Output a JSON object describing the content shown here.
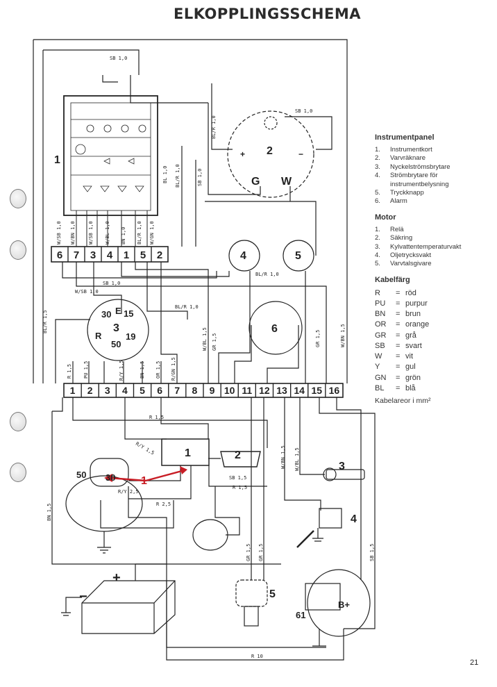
{
  "title": "ELKOPPLINGSSCHEMA",
  "page_number": "21",
  "legend": {
    "instrumentpanel": {
      "heading": "Instrumentpanel",
      "items": [
        {
          "n": "1.",
          "text": "Instrumentkort"
        },
        {
          "n": "2.",
          "text": "Varvräknare"
        },
        {
          "n": "3.",
          "text": "Nyckelströmsbrytare"
        },
        {
          "n": "4.",
          "text": "Strömbrytare för instrumentbelysning"
        },
        {
          "n": "5.",
          "text": "Tryckknapp"
        },
        {
          "n": "6.",
          "text": "Alarm"
        }
      ]
    },
    "motor": {
      "heading": "Motor",
      "items": [
        {
          "n": "1.",
          "text": "Relä"
        },
        {
          "n": "2.",
          "text": "Säkring"
        },
        {
          "n": "3.",
          "text": "Kylvattentemperaturvakt"
        },
        {
          "n": "4.",
          "text": "Oljetrycksvakt"
        },
        {
          "n": "5.",
          "text": "Varvtalsgivare"
        }
      ]
    },
    "kabelfarg": {
      "heading": "Kabelfärg",
      "items": [
        {
          "code": "R",
          "name": "röd"
        },
        {
          "code": "PU",
          "name": "purpur"
        },
        {
          "code": "BN",
          "name": "brun"
        },
        {
          "code": "OR",
          "name": "orange"
        },
        {
          "code": "GR",
          "name": "grå"
        },
        {
          "code": "SB",
          "name": "svart"
        },
        {
          "code": "W",
          "name": "vit"
        },
        {
          "code": "Y",
          "name": "gul"
        },
        {
          "code": "GN",
          "name": "grön"
        },
        {
          "code": "BL",
          "name": "blå"
        }
      ],
      "unit_note": "Kabelareor i mm²"
    }
  },
  "diagram": {
    "panel_connector": [
      "6",
      "7",
      "3",
      "4",
      "1",
      "5",
      "2"
    ],
    "terminal_block": [
      "1",
      "2",
      "3",
      "4",
      "5",
      "6",
      "7",
      "8",
      "9",
      "10",
      "11",
      "12",
      "13",
      "14",
      "15",
      "16"
    ],
    "components": {
      "instrument_card": "1",
      "tachometer": "2",
      "tach_plus": "+",
      "tach_minus": "−",
      "tach_g": "G",
      "tach_w": "W",
      "light_switch": "4",
      "push_button": "5",
      "alarm": "6",
      "ignition": "3",
      "ign_30": "30",
      "ign_15": "15",
      "ign_e": "E",
      "ign_r": "R",
      "ign_19": "19",
      "ign_50": "50",
      "relay": "1",
      "fuse": "2",
      "temp_sender": "3",
      "oil_pressure": "4",
      "rpm_sender": "5",
      "starter_50": "50",
      "starter_30": "30",
      "starter_callout": "1",
      "alt_61": "61",
      "alt_bplus": "B+",
      "battery_plus": "+",
      "battery_minus": "−"
    },
    "wire_labels": {
      "sb_top": "SB 1,0",
      "sb_right": "SB 1,0",
      "blr_tach": "BL/R 1,0",
      "sb_vert": "SB 1,0",
      "blr_vert": "BL/R 1,0",
      "bl_vert": "BL 1,0",
      "conn_6": "W/SB 1,0",
      "conn_7": "W/BN 1,0",
      "conn_3": "W/SB 1,0",
      "conn_4": "W/BL 1,0",
      "conn_1": "BN 1,0",
      "conn_5": "BL/R 1,0",
      "conn_2": "W/GN 1,0",
      "blr_mid": "BL/R 1,0",
      "sb_mid": "SB 1,0",
      "wsb_mid": "W/SB 1,0",
      "blr_ign": "BL/R 1,0",
      "bl_left": "BL/R 1,5",
      "tb_1": "R 1,5",
      "tb_2": "PU 1,5",
      "tb_4": "R/Y 1,5",
      "tb_5": "BN 1,5",
      "tb_6": "OR 1,5",
      "tb_7": "R/GN 1,5",
      "wbl_mid": "W/BL 1,5",
      "gr_mid": "GR 1,5",
      "gr_right": "GR 1,5",
      "wbn_right": "W/BN 1,5",
      "r_lower": "R 1,5",
      "ry_relay": "R/Y 1,5",
      "sb_fuse": "SB 1,5",
      "r_fuse": "R 1,5",
      "ry_starter": "R/Y 2,5",
      "r_starter": "R 2,5",
      "wbn_lower": "W/BN 1,5",
      "wbl_lower": "W/BL 1,5",
      "bn_left": "BN 1,5",
      "gr_rpm1": "GR 1,5",
      "gr_rpm2": "GR 1,5",
      "sb_alt": "SB 1,5",
      "r_bottom": "R 10"
    }
  }
}
